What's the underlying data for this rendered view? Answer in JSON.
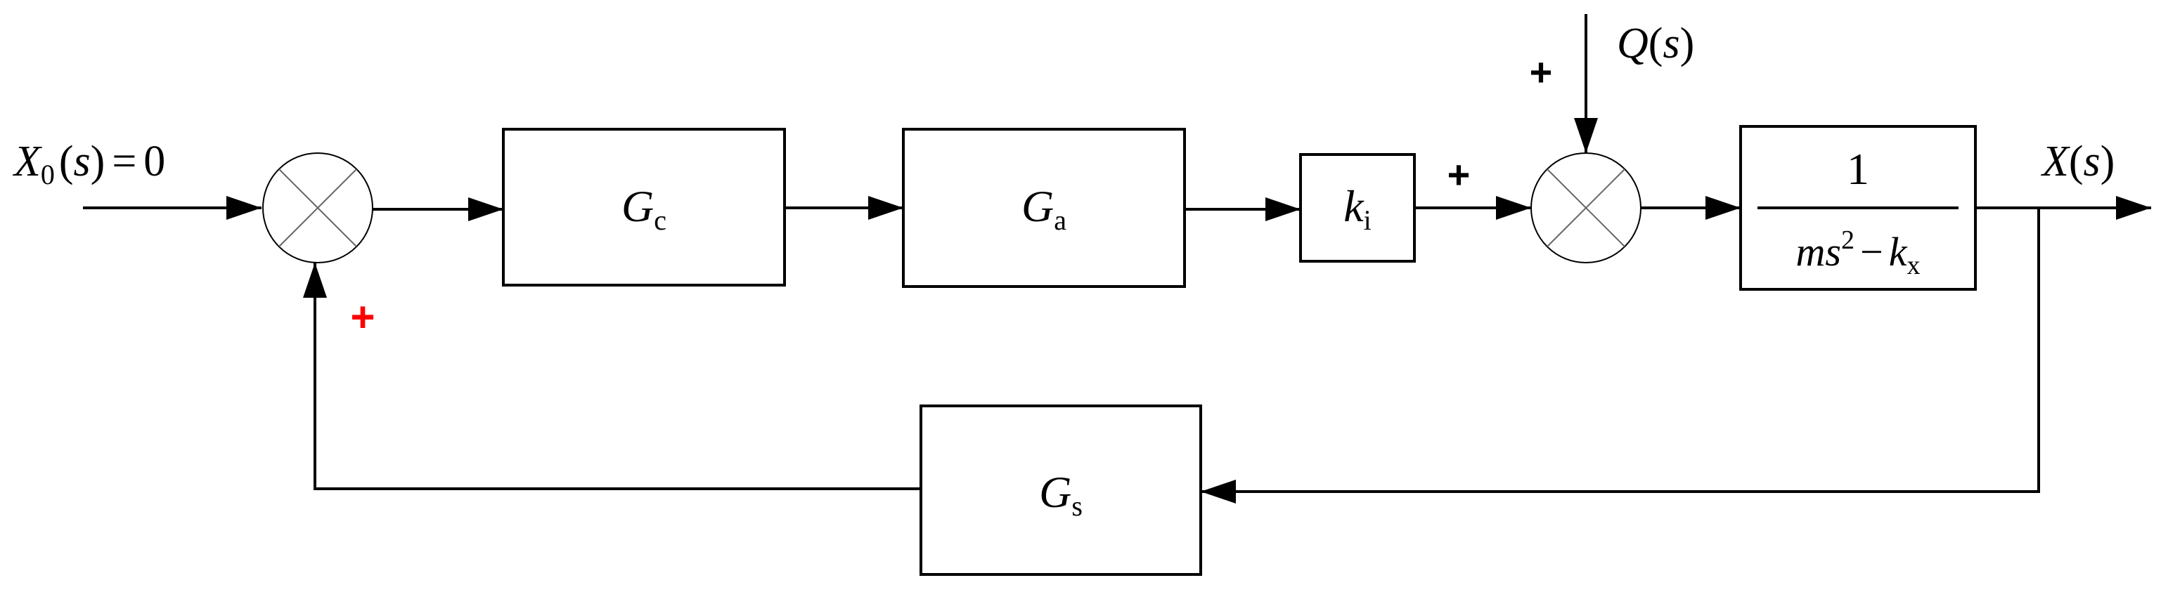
{
  "input": {
    "var": "X",
    "sub": "0",
    "open": "(",
    "arg": "s",
    "close": ")",
    "eq": "=",
    "value": "0"
  },
  "output": {
    "var": "X",
    "open": "(",
    "arg": "s",
    "close": ")"
  },
  "disturbance": {
    "var": "Q",
    "open": "(",
    "arg": "s",
    "close": ")"
  },
  "blocks": {
    "gc": {
      "symbol": "G",
      "sub": "c"
    },
    "ga": {
      "symbol": "G",
      "sub": "a"
    },
    "ki": {
      "symbol": "k",
      "sub": "i"
    },
    "gs": {
      "symbol": "G",
      "sub": "s"
    },
    "plant": {
      "numerator": "1",
      "den_m": "m",
      "den_s": "s",
      "den_exp": "2",
      "den_minus": "−",
      "den_k": "k",
      "den_sub": "x"
    }
  },
  "signs": {
    "feedback_plus": "+",
    "ki_plus": "+",
    "disturbance_plus": "+"
  },
  "colors": {
    "stroke": "#000000",
    "feedback_sign": "#ff0000",
    "summer_cross": "#666666"
  }
}
